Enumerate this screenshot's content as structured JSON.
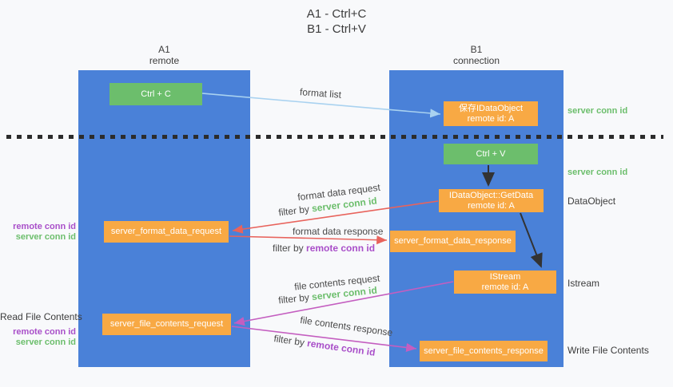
{
  "title": {
    "line1": "A1 - Ctrl+C",
    "line2": "B1 - Ctrl+V"
  },
  "columns": {
    "a1": {
      "name": "A1",
      "subtitle": "remote"
    },
    "b1": {
      "name": "B1",
      "subtitle": "connection"
    }
  },
  "nodes": {
    "ctrl_c": "Ctrl + C",
    "ctrl_v": "Ctrl + V",
    "save_dataobject": {
      "line1": "保存IDataObject",
      "line2": "remote id: A"
    },
    "getdata": {
      "line1": "IDataObject::GetData",
      "line2": "remote id: A"
    },
    "istream": {
      "line1": "IStream",
      "line2": "remote id: A"
    },
    "format_request": "server_format_data_request",
    "format_response": "server_format_data_response",
    "file_request": "server_file_contents_request",
    "file_response": "server_file_contents_response"
  },
  "labels": {
    "format_list": "format list",
    "format_data_request": "format data request",
    "format_data_response": "format data response",
    "file_contents_request": "file contents request",
    "file_contents_response": "file contents response",
    "filter_by": "filter by",
    "server_conn_id": "server conn id",
    "remote_conn_id": "remote conn id",
    "dataobject": "DataObject",
    "istream": "Istream",
    "read_file_contents": "Read File Contents",
    "write_file_contents": "Write File Contents"
  },
  "colors": {
    "column_blue": "#4a81d8",
    "box_green": "#6cbe6c",
    "box_orange": "#f8a944",
    "arrow_red": "#e8635c",
    "arrow_magenta": "#c45ec0",
    "arrow_lightblue": "#a9d2f0",
    "arrow_black": "#333333",
    "text_green": "#6cbe6c",
    "text_purple": "#a94fc9"
  }
}
